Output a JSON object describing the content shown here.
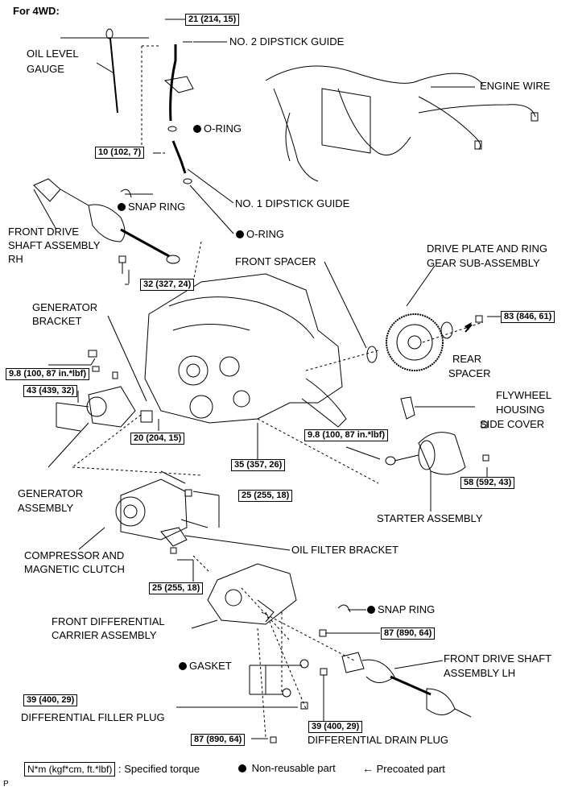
{
  "header": "For 4WD:",
  "labels": {
    "oil_level_gauge_1": "OIL LEVEL",
    "oil_level_gauge_2": "GAUGE",
    "no2_dipstick_guide": "NO. 2 DIPSTICK GUIDE",
    "engine_wire": "ENGINE WIRE",
    "oring_top": "O-RING",
    "no1_dipstick_guide": "NO. 1 DIPSTICK GUIDE",
    "snap_ring_top": "SNAP RING",
    "oring_mid": "O-RING",
    "front_drive_shaft_rh_1": "FRONT DRIVE",
    "front_drive_shaft_rh_2": "SHAFT ASSEMBLY",
    "front_drive_shaft_rh_3": "RH",
    "front_spacer": "FRONT SPACER",
    "drive_plate_1": "DRIVE PLATE AND RING",
    "drive_plate_2": "GEAR SUB-ASSEMBLY",
    "generator_bracket_1": "GENERATOR",
    "generator_bracket_2": "BRACKET",
    "rear_spacer_1": "REAR",
    "rear_spacer_2": "SPACER",
    "flywheel_1": "FLYWHEEL",
    "flywheel_2": "HOUSING",
    "flywheel_3": "SIDE COVER",
    "generator_assembly_1": "GENERATOR",
    "generator_assembly_2": "ASSEMBLY",
    "starter_assembly": "STARTER ASSEMBLY",
    "compressor_1": "COMPRESSOR AND",
    "compressor_2": "MAGNETIC CLUTCH",
    "oil_filter_bracket": "OIL FILTER BRACKET",
    "snap_ring_bottom": "SNAP RING",
    "front_diff_1": "FRONT DIFFERENTIAL",
    "front_diff_2": "CARRIER ASSEMBLY",
    "front_drive_shaft_lh_1": "FRONT DRIVE SHAFT",
    "front_drive_shaft_lh_2": "ASSEMBLY LH",
    "gasket": "GASKET",
    "diff_filler_plug": "DIFFERENTIAL FILLER PLUG",
    "diff_drain_plug": "DIFFERENTIAL DRAIN PLUG"
  },
  "torques": {
    "t1": "21 (214, 15)",
    "t2": "10 (102, 7)",
    "t3": "32 (327, 24)",
    "t4": "83 (846, 61)",
    "t5": "9.8 (100, 87 in.*lbf)",
    "t6": "43 (439, 32)",
    "t7": "20 (204, 15)",
    "t8": "35 (357, 26)",
    "t9": "9.8 (100, 87 in.*lbf)",
    "t10": "58 (592, 43)",
    "t11": "25 (255, 18)",
    "t12": "25 (255, 18)",
    "t13": "87 (890, 64)",
    "t14": "39 (400, 29)",
    "t15": "39 (400, 29)",
    "t16": "87 (890, 64)"
  },
  "legend": {
    "torque_box": "N*m (kgf*cm, ft.*lbf)",
    "torque_text": ": Specified torque",
    "nonreusable": "Non-reusable part",
    "precoated": "Precoated part"
  },
  "footer_code": "P"
}
